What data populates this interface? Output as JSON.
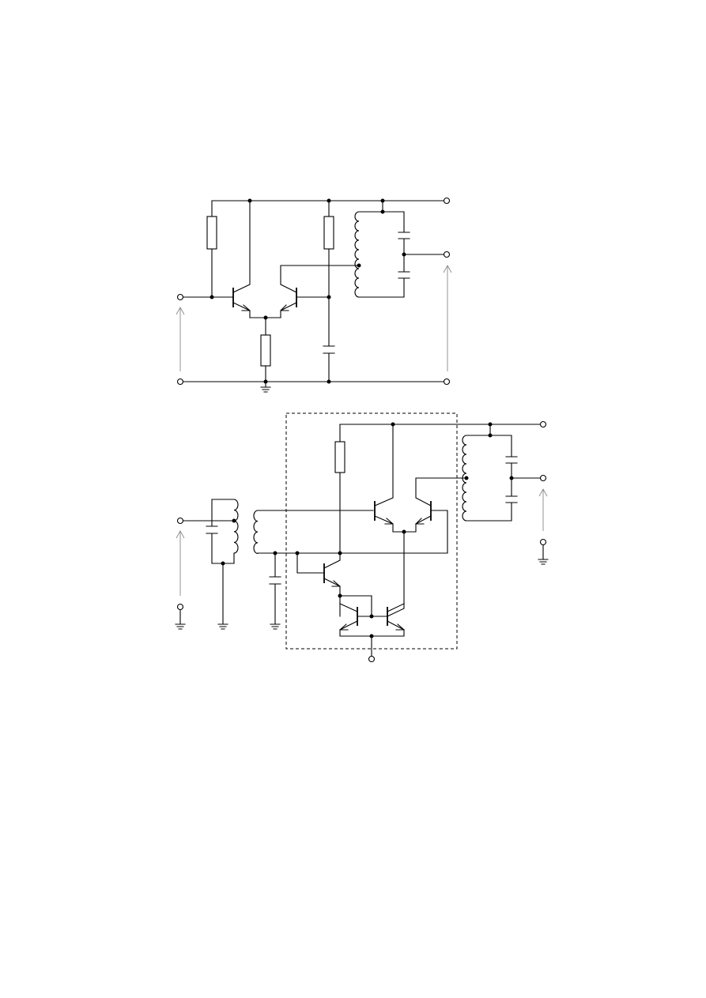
{
  "figure": {
    "colors": {
      "wire": "#000000",
      "voltage_arrow": "#888888",
      "background": "#ffffff"
    },
    "circuits": [
      {
        "id": "differential-amplifier",
        "components": [
          "resistor",
          "resistor",
          "resistor",
          "npn-transistor",
          "npn-transistor",
          "capacitor",
          "tapped-inductor",
          "capacitor",
          "capacitor"
        ]
      },
      {
        "id": "integrated-differential-amplifier",
        "components": [
          "transformer",
          "capacitor",
          "capacitor",
          "resistor",
          "npn-transistor",
          "npn-transistor",
          "npn-transistor",
          "npn-transistor",
          "npn-transistor",
          "tapped-inductor",
          "capacitor",
          "capacitor"
        ]
      }
    ]
  }
}
